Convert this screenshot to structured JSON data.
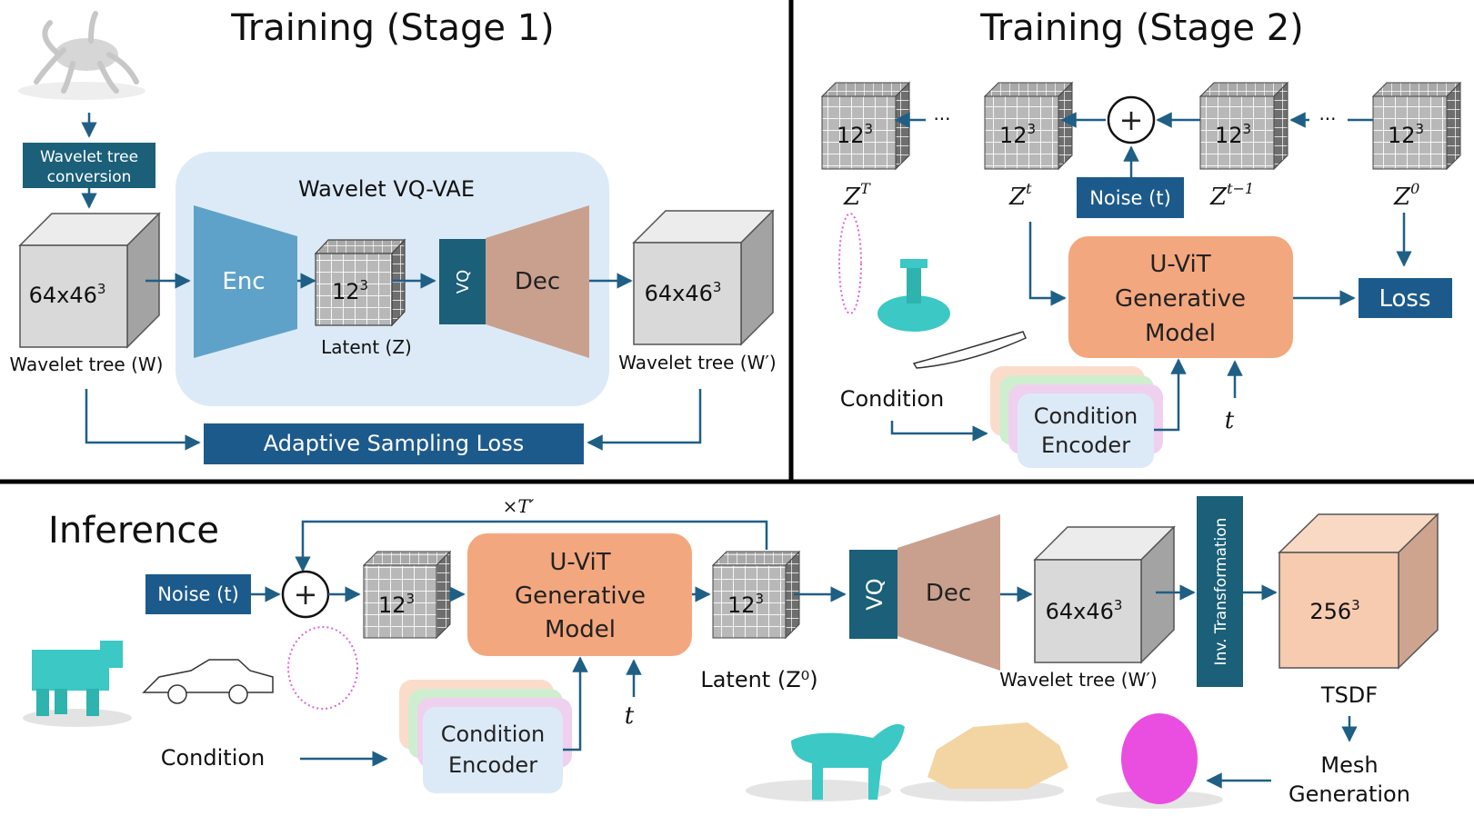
{
  "stage1": {
    "title": "Training (Stage 1)",
    "wavelet_conversion": [
      "Wavelet tree",
      "conversion"
    ],
    "vqvae_title": "Wavelet VQ-VAE",
    "enc": "Enc",
    "dec": "Dec",
    "vq": "VQ",
    "input_cube_base": "64x46",
    "output_cube_base": "64x46",
    "latent_cube_base": "12",
    "cube_exp": "3",
    "latent_label": "Latent (Z)",
    "input_label": "Wavelet tree (W)",
    "output_label": "Wavelet tree (W′)",
    "loss": "Adaptive Sampling Loss"
  },
  "stage2": {
    "title": "Training (Stage 2)",
    "cube_base": "12",
    "cube_exp": "3",
    "zT": "Z",
    "zT_sup": "T",
    "zt": "Z",
    "zt_sup": "t",
    "zt1": "Z",
    "zt1_sup": "t−1",
    "z0": "Z",
    "z0_sup": "0",
    "ellipsis": "···",
    "noise": "Noise (t)",
    "plus": "+",
    "generative": [
      "U-ViT",
      "Generative",
      "Model"
    ],
    "loss": "Loss",
    "condition": "Condition",
    "encoder": [
      "Condition",
      "Encoder"
    ],
    "t": "t"
  },
  "inference": {
    "title": "Inference",
    "times_T": "×T′",
    "noise": "Noise (t)",
    "plus": "+",
    "cube_base": "12",
    "cube_exp": "3",
    "generative": [
      "U-ViT",
      "Generative",
      "Model"
    ],
    "t": "t",
    "latent_label": "Latent (Z⁰)",
    "vq": "VQ",
    "dec": "Dec",
    "wavelet_cube_base": "64x46",
    "wavelet_label": "Wavelet tree (W′)",
    "inv_transform": "Inv. Transformation",
    "tsdf_cube_base": "256",
    "tsdf_label": "TSDF",
    "mesh": [
      "Mesh",
      "Generation"
    ],
    "condition": "Condition",
    "encoder": [
      "Condition",
      "Encoder"
    ]
  },
  "colors": {
    "dark_blue": "#1f5f86",
    "navy": "#1d5a8c",
    "teal_dark": "#1b5f79",
    "enc_blue": "#5ea2c9",
    "dec_brown": "#c9a08e",
    "orange": "#f3a77e",
    "light_blue_panel": "#dceaf7",
    "tsdf_peach": "#f6cbb0",
    "gray_cube": "#d9d9d9"
  }
}
